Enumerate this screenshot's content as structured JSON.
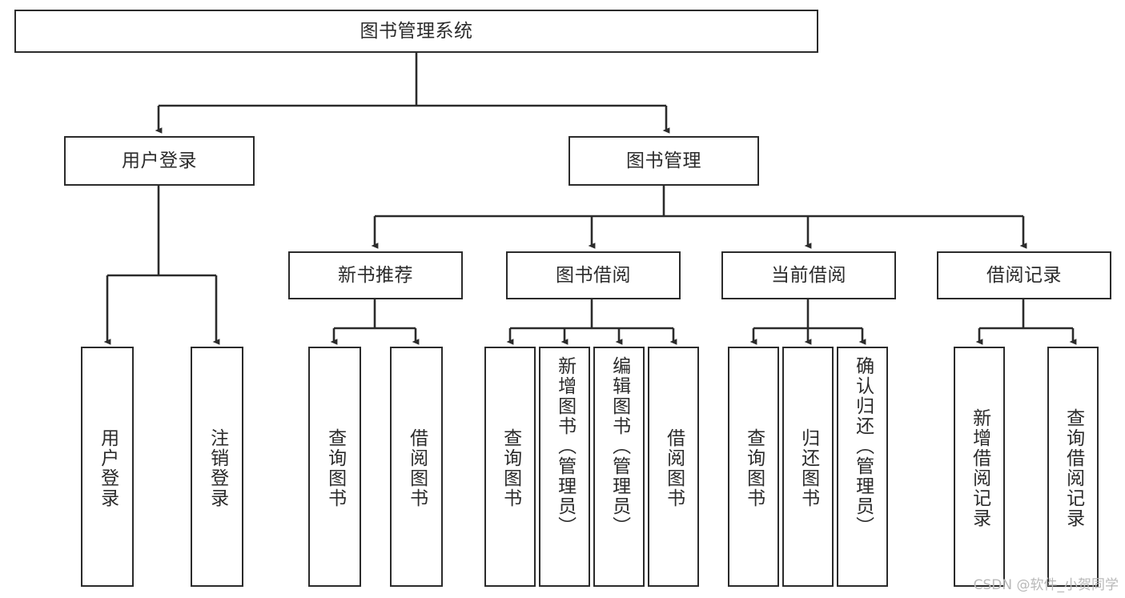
{
  "diagram": {
    "title": "图书管理系统",
    "type": "tree",
    "watermark": "CSDN @软件_小贺同学",
    "nodes": {
      "root": {
        "label": "图书管理系统"
      },
      "level2": [
        {
          "id": "user-login",
          "label": "用户登录"
        },
        {
          "id": "book-management",
          "label": "图书管理"
        }
      ],
      "level3": [
        {
          "id": "new-book-recommend",
          "label": "新书推荐"
        },
        {
          "id": "book-borrow",
          "label": "图书借阅"
        },
        {
          "id": "current-borrow",
          "label": "当前借阅"
        },
        {
          "id": "borrow-record",
          "label": "借阅记录"
        }
      ],
      "leaves": {
        "user-login": [
          {
            "id": "leaf-user-login",
            "label": "用户登录"
          },
          {
            "id": "leaf-logout-login",
            "label": "注销登录"
          }
        ],
        "new-book-recommend": [
          {
            "id": "leaf-query-book-1",
            "label": "查询图书"
          },
          {
            "id": "leaf-borrow-book-1",
            "label": "借阅图书"
          }
        ],
        "book-borrow": [
          {
            "id": "leaf-query-book-2",
            "label": "查询图书"
          },
          {
            "id": "leaf-add-book",
            "label": "新增图书（管理员）"
          },
          {
            "id": "leaf-edit-book",
            "label": "编辑图书（管理员）"
          },
          {
            "id": "leaf-borrow-book-2",
            "label": "借阅图书"
          }
        ],
        "current-borrow": [
          {
            "id": "leaf-query-book-3",
            "label": "查询图书"
          },
          {
            "id": "leaf-return-book",
            "label": "归还图书"
          },
          {
            "id": "leaf-confirm-return",
            "label": "确认归还（管理员）"
          }
        ],
        "borrow-record": [
          {
            "id": "leaf-add-borrow-record",
            "label": "新增借阅记录"
          },
          {
            "id": "leaf-query-borrow-record",
            "label": "查询借阅记录"
          }
        ]
      }
    },
    "colors": {
      "stroke": "#2b2b2b",
      "fill": "#ffffff",
      "watermark": "#b9b9b9"
    }
  }
}
